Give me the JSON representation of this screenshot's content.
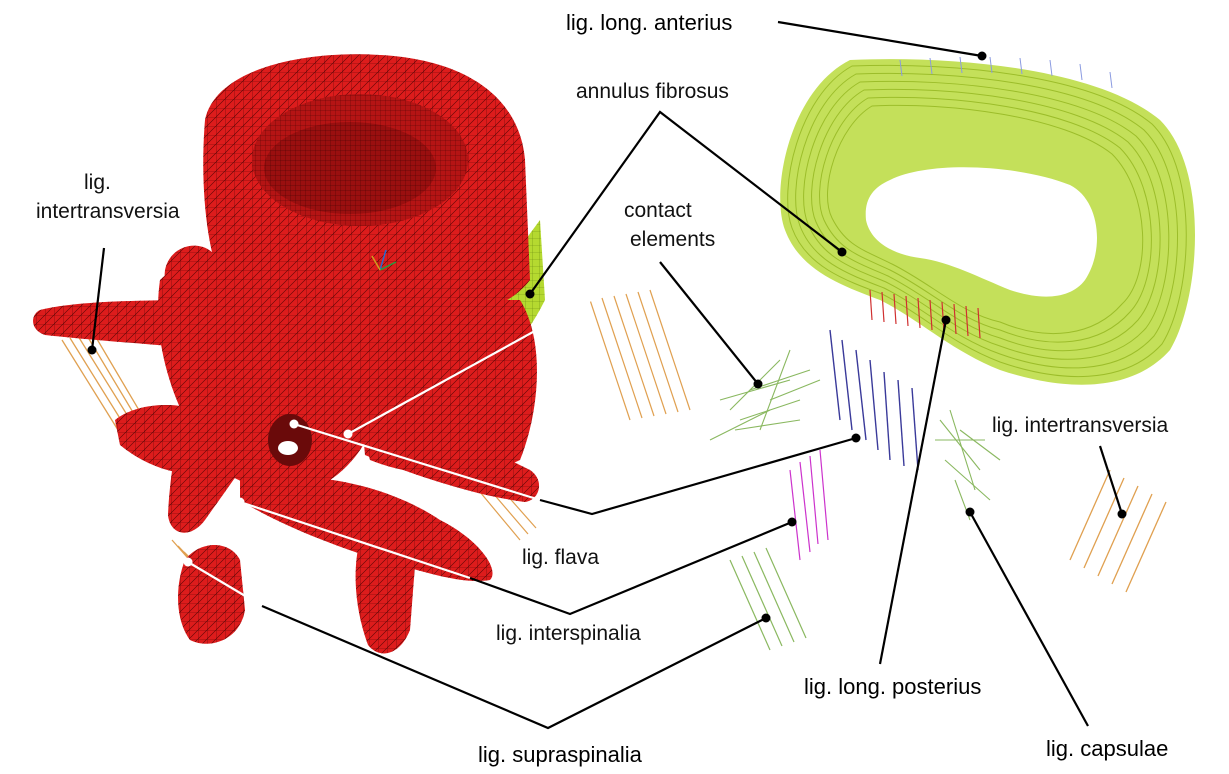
{
  "labels": {
    "lig_long_anterius": "lig. long. anterius",
    "annulus_fibrosus": "annulus fibrosus",
    "lig_intertransversia_left_1": "lig.",
    "lig_intertransversia_left_2": "intertransversia",
    "contact_elements_1": "contact",
    "contact_elements_2": "elements",
    "lig_intertransversia_right": "lig. intertransversia",
    "lig_flava": "lig. flava",
    "lig_interspinalia": "lig. interspinalia",
    "lig_long_posterius": "lig. long. posterius",
    "lig_capsulae": "lig. capsulae",
    "lig_supraspinalia": "lig. supraspinalia"
  },
  "colors": {
    "bone": "#dd1c1c",
    "bone_dark": "#8e0d0d",
    "annulus": "#b5d930",
    "ligament_orange": "#e0a050",
    "ligament_blue": "#3a3a9a",
    "ligament_magenta": "#cc33cc",
    "ligament_green": "#8ab860",
    "ligament_red": "#d03030"
  }
}
